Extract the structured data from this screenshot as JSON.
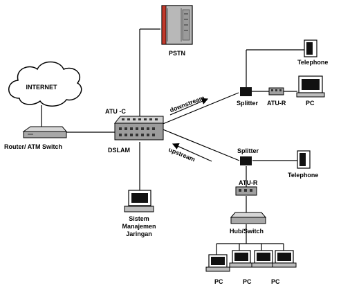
{
  "labels": {
    "pstn": "PSTN",
    "internet": "INTERNET",
    "router": "Router/ ATM Switch",
    "atu_c": "ATU -C",
    "dslam": "DSLAM",
    "downstream": "downstream",
    "upstream": "upstream",
    "splitter_top": "Splitter",
    "atu_r_top": "ATU-R",
    "pc_top": "PC",
    "telephone_top": "Telephone",
    "splitter_bottom": "Splitter",
    "telephone_bottom": "Telephone",
    "atu_r_bottom": "ATU-R",
    "hub_switch": "Hub/Switch",
    "nms_line1": "Sistem",
    "nms_line2": "Manajemen",
    "nms_line3": "Jaringan",
    "pc_lan_1": "PC",
    "pc_lan_2": "PC",
    "pc_lan_3": "PC"
  }
}
